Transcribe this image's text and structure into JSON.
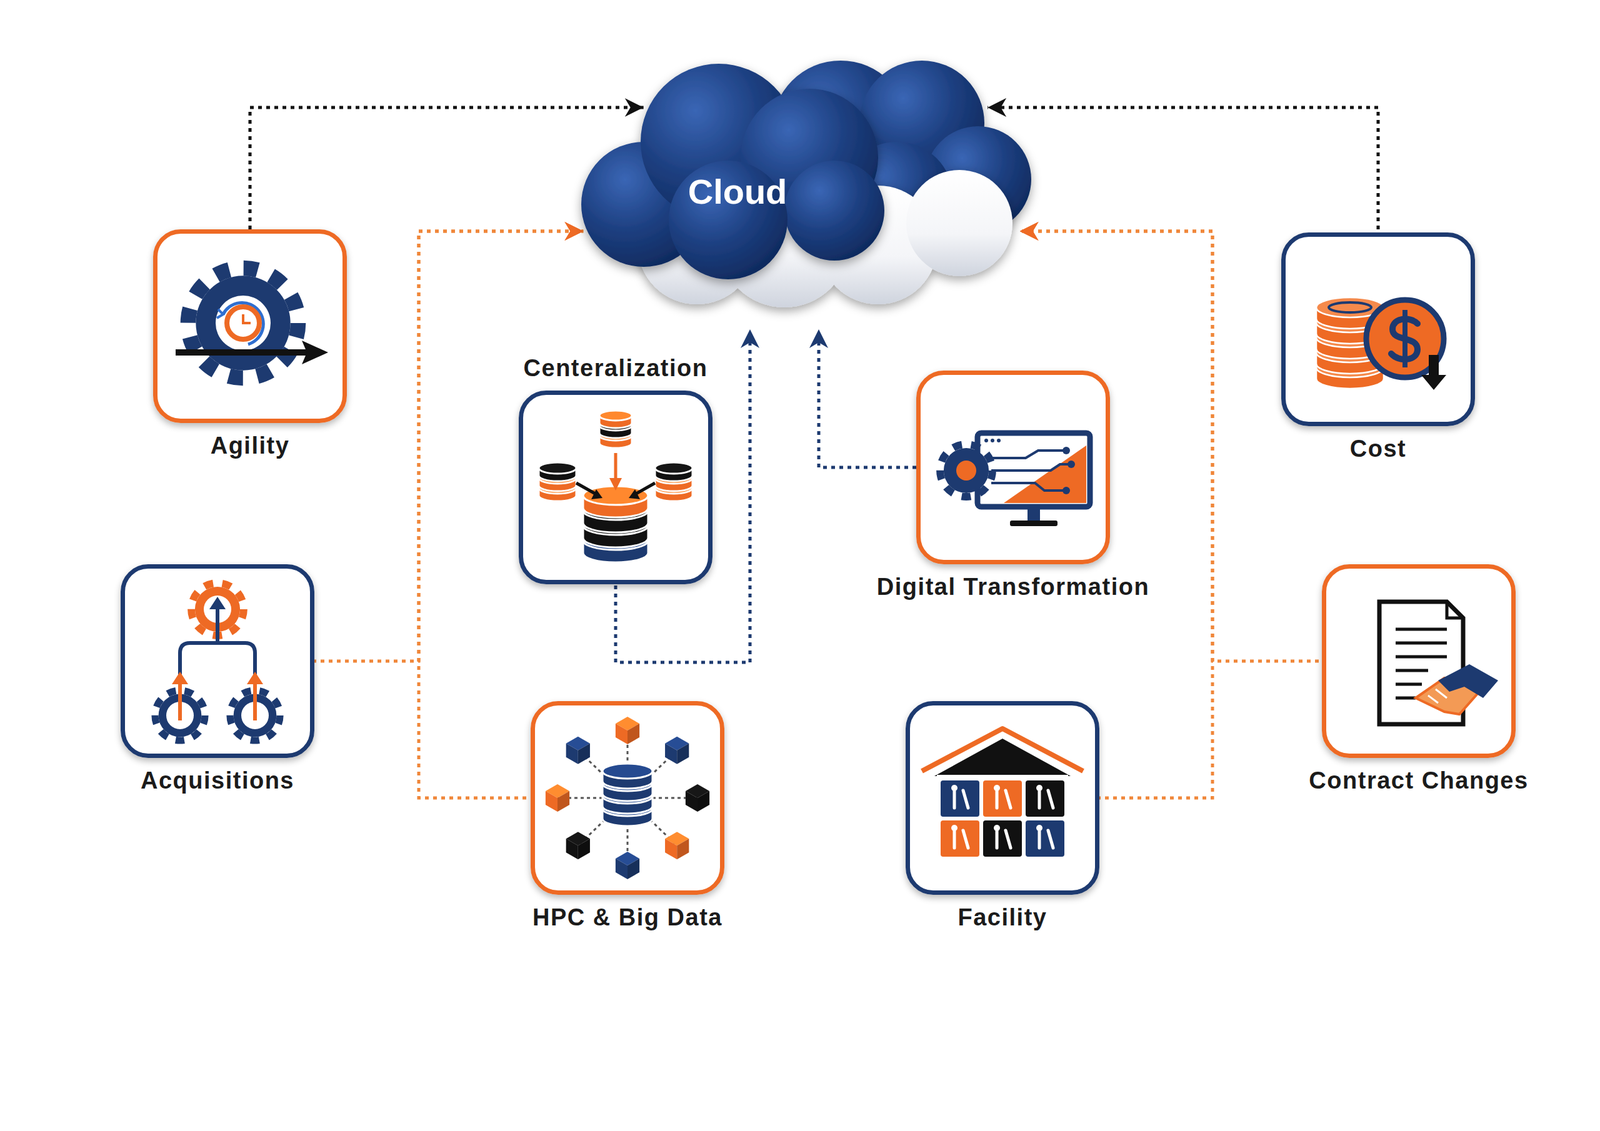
{
  "diagram": {
    "nodes": [
      {
        "text": [
          "Cloud"
        ]
      },
      {
        "text": [
          "Agility"
        ]
      },
      {
        "text": [
          "Cost"
        ]
      },
      {
        "text": [
          "Centeralization"
        ]
      },
      {
        "text": [
          "Digital Transformation"
        ]
      },
      {
        "text": [
          "Acquisitions"
        ]
      },
      {
        "text": [
          "Contract Changes"
        ]
      },
      {
        "text": [
          "HPC & Big Data"
        ]
      },
      {
        "text": [
          "Facility"
        ]
      }
    ],
    "edges": [
      {
        "from": 1,
        "to": 0,
        "arrow": "to"
      },
      {
        "from": 2,
        "to": 0,
        "arrow": "to"
      },
      {
        "from": 3,
        "to": 0,
        "arrow": "to"
      },
      {
        "from": 4,
        "to": 0,
        "arrow": "to"
      },
      {
        "from": 5,
        "to": 0,
        "arrow": "to"
      },
      {
        "from": 7,
        "to": 0,
        "arrow": "to"
      },
      {
        "from": 6,
        "to": 0,
        "arrow": "to"
      },
      {
        "from": 8,
        "to": 0,
        "arrow": "to"
      }
    ]
  }
}
